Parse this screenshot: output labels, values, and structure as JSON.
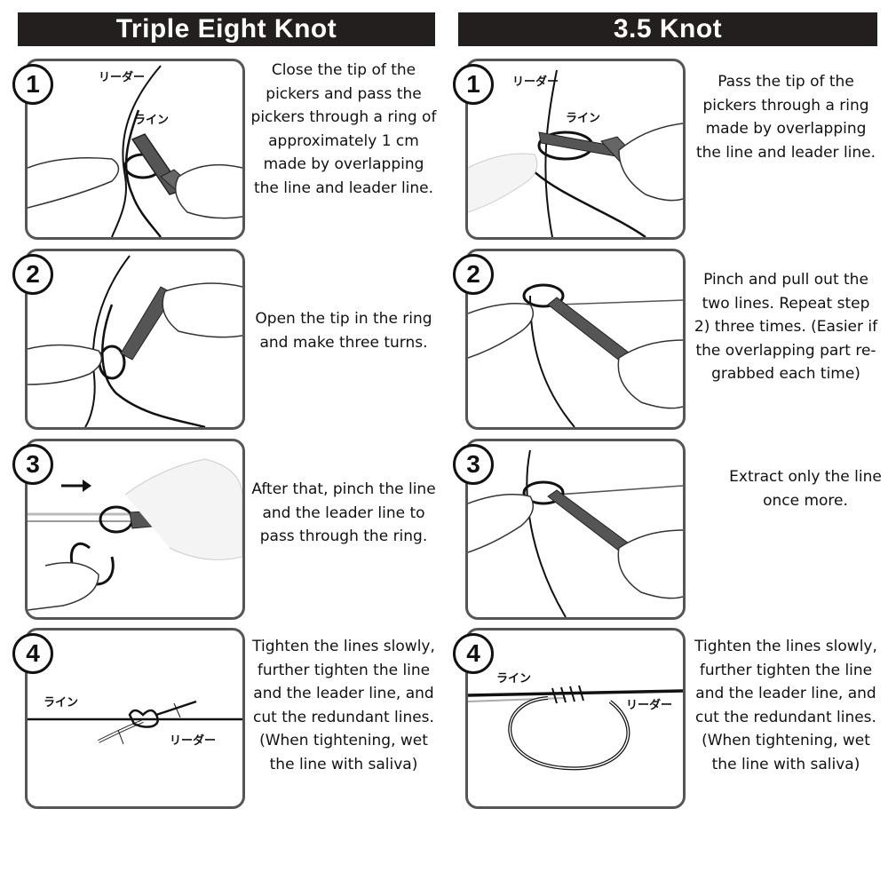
{
  "left": {
    "title": "Triple Eight Knot",
    "steps": [
      {
        "number": "1",
        "labels": [
          "リーダー",
          "ライン"
        ],
        "text": "Close the tip of the pickers and pass the pickers through a ring of approximately 1 cm made by overlapping the line and leader line."
      },
      {
        "number": "2",
        "labels": [],
        "text": "Open the tip in the ring and make three turns."
      },
      {
        "number": "3",
        "labels": [],
        "text": "After that, pinch the line and the leader line to pass through the ring."
      },
      {
        "number": "4",
        "labels": [
          "ライン",
          "リーダー"
        ],
        "text": "Tighten the lines slowly, further tighten the line and the leader line, and cut the redundant lines. (When tightening, wet the line with saliva)"
      }
    ]
  },
  "right": {
    "title": "3.5 Knot",
    "steps": [
      {
        "number": "1",
        "labels": [
          "リーダー",
          "ライン"
        ],
        "text": "Pass the tip of the pickers through a ring made by overlapping the line and leader line."
      },
      {
        "number": "2",
        "labels": [],
        "text": "Pinch and pull out the two lines. Repeat step 2) three times. (Easier if the overlapping part re-grabbed each time)"
      },
      {
        "number": "3",
        "labels": [],
        "text": "Extract only the line once more."
      },
      {
        "number": "4",
        "labels": [
          "ライン",
          "リーダー"
        ],
        "text": "Tighten the lines slowly, further tighten the line and the leader line, and cut the redundant lines. (When tightening, wet the line with saliva)"
      }
    ]
  },
  "colors": {
    "header_bg": "#231f1e",
    "header_text": "#ffffff",
    "panel_border": "#555555"
  }
}
